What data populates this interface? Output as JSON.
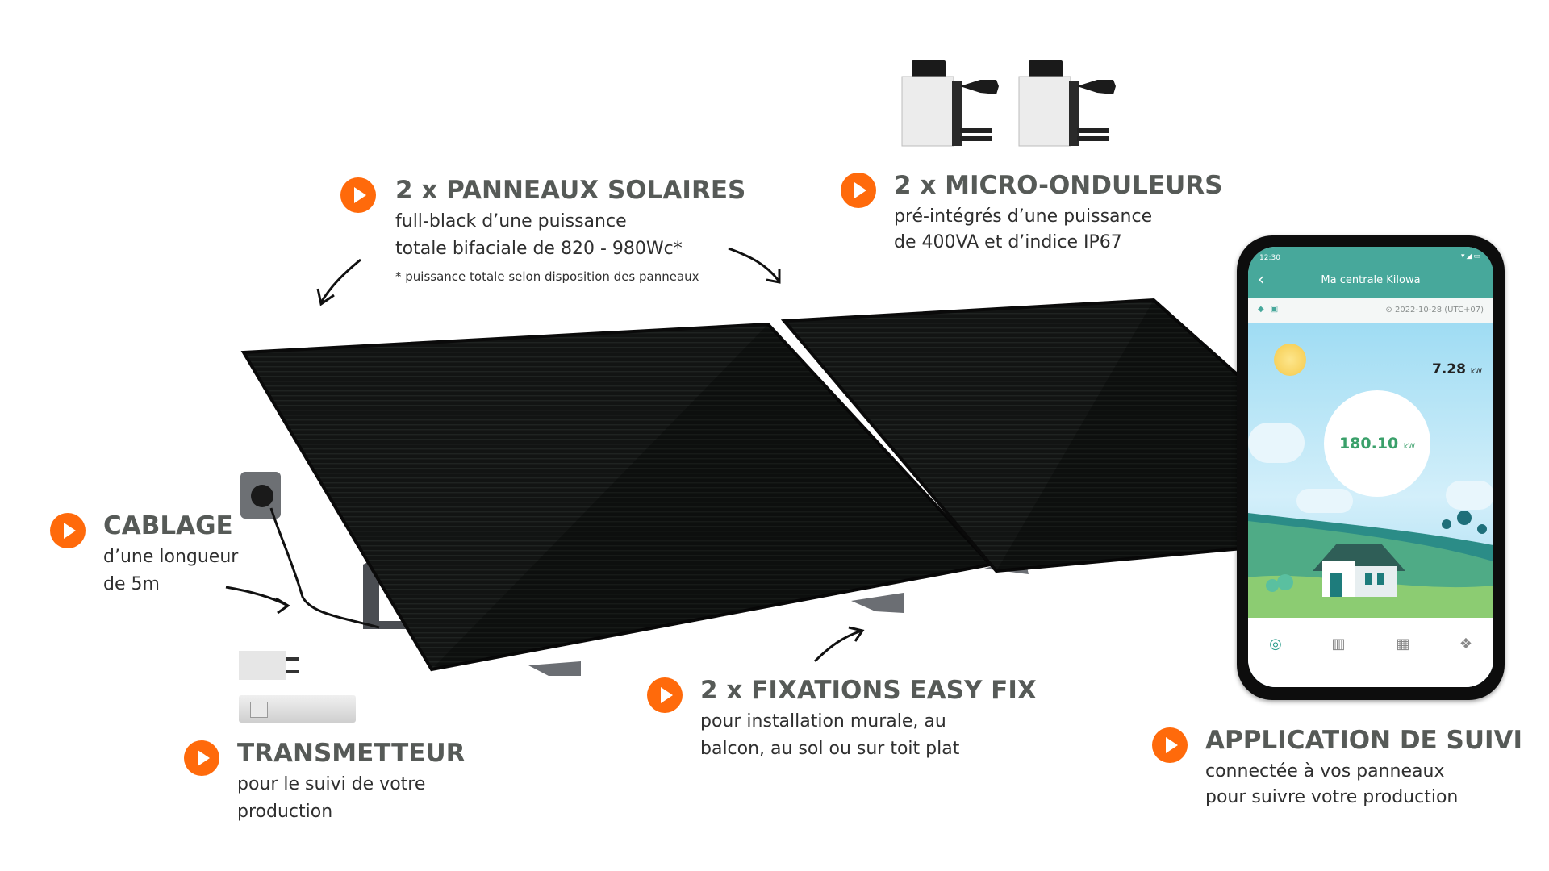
{
  "theme": {
    "accent": "#ff6a0b",
    "title_color": "#565a57",
    "text_color": "#2f2f2f",
    "panel_color": "#141414",
    "app_green": "#47a89b"
  },
  "callouts": {
    "panneaux": {
      "icon": "play-circle-icon",
      "title": "2 x PANNEAUX SOLAIRES",
      "lines": [
        "full-black d’une puissance",
        "totale bifaciale de 820 - 980Wc*"
      ],
      "note": "* puissance totale selon disposition des panneaux"
    },
    "onduleurs": {
      "icon": "play-circle-icon",
      "title": "2 x MICRO-ONDULEURS",
      "lines": [
        "pré-intégrés d’une puissance",
        "de 400VA et d’indice IP67"
      ]
    },
    "cablage": {
      "icon": "play-circle-icon",
      "title": "CABLAGE",
      "lines": [
        "d’une longueur",
        "de 5m"
      ]
    },
    "transmetteur": {
      "icon": "play-circle-icon",
      "title": "TRANSMETTEUR",
      "lines": [
        "pour le suivi de votre",
        "production"
      ]
    },
    "fixations": {
      "icon": "play-circle-icon",
      "title": "2 x FIXATIONS EASY FIX",
      "lines": [
        "pour installation murale, au",
        "balcon, au sol ou sur toit plat"
      ]
    },
    "application": {
      "icon": "play-circle-icon",
      "title": "APPLICATION DE SUIVI",
      "lines": [
        "connectée à vos panneaux",
        "pour suivre votre production"
      ]
    }
  },
  "phone_app": {
    "status_time": "12:30",
    "status_icons": "wifi signal battery",
    "status_glyphs": "▾◢▭",
    "back_icon": "‹",
    "title": "Ma centrale Kilowa",
    "info_icons": "wifi-icon device-icon",
    "info_glyphs": "◆▣",
    "date": "⊙ 2022-10-28 (UTC+07)",
    "current_power": {
      "value": "7.28",
      "unit": "kW"
    },
    "total_power": {
      "value": "180.10",
      "unit": "kW"
    },
    "tabs": [
      {
        "name": "dashboard",
        "glyph": "◎",
        "active": true
      },
      {
        "name": "statistics",
        "glyph": "▥",
        "active": false
      },
      {
        "name": "panels",
        "glyph": "▦",
        "active": false
      },
      {
        "name": "more",
        "glyph": "❖",
        "active": false
      }
    ]
  },
  "products": [
    "solar-panel-left",
    "solar-panel-right",
    "micro-inverter-1",
    "micro-inverter-2",
    "outdoor-socket",
    "power-adapter",
    "transmitter-dongle",
    "mounting-bracket"
  ]
}
